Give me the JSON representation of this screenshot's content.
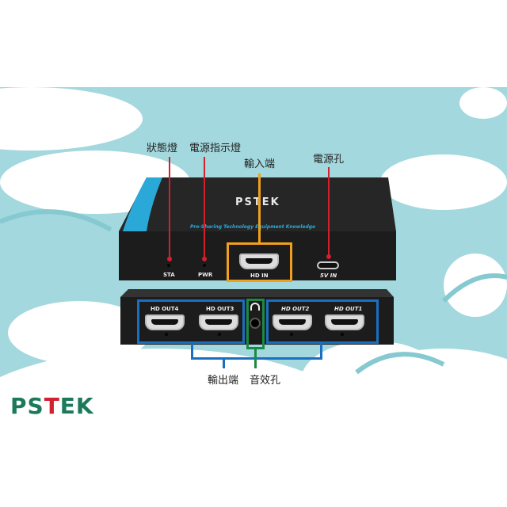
{
  "callouts": {
    "status_led": "狀態燈",
    "power_led": "電源指示燈",
    "input_port": "輸入端",
    "power_jack": "電源孔",
    "output_ports": "輸出端",
    "audio_jack": "音效孔"
  },
  "front_panel": {
    "brand": "PSTEK",
    "slogan": "Pro-Sharing Technology Equipment Knowledge",
    "sta": "STA",
    "pwr": "PWR",
    "hd_in": "HD IN",
    "power_in": "5V IN"
  },
  "rear_panel": {
    "out4": "HD OUT4",
    "out3": "HD OUT3",
    "out2": "HD OUT2",
    "out1": "HD OUT1"
  },
  "logo": "PSTEK",
  "colors": {
    "sky": "#a3d8de",
    "red": "#d1202e",
    "orange": "#f0a020",
    "blue": "#1b6fc0",
    "green": "#1a8a44",
    "logo_green": "#1b7a5a",
    "logo_red": "#d1202e"
  }
}
